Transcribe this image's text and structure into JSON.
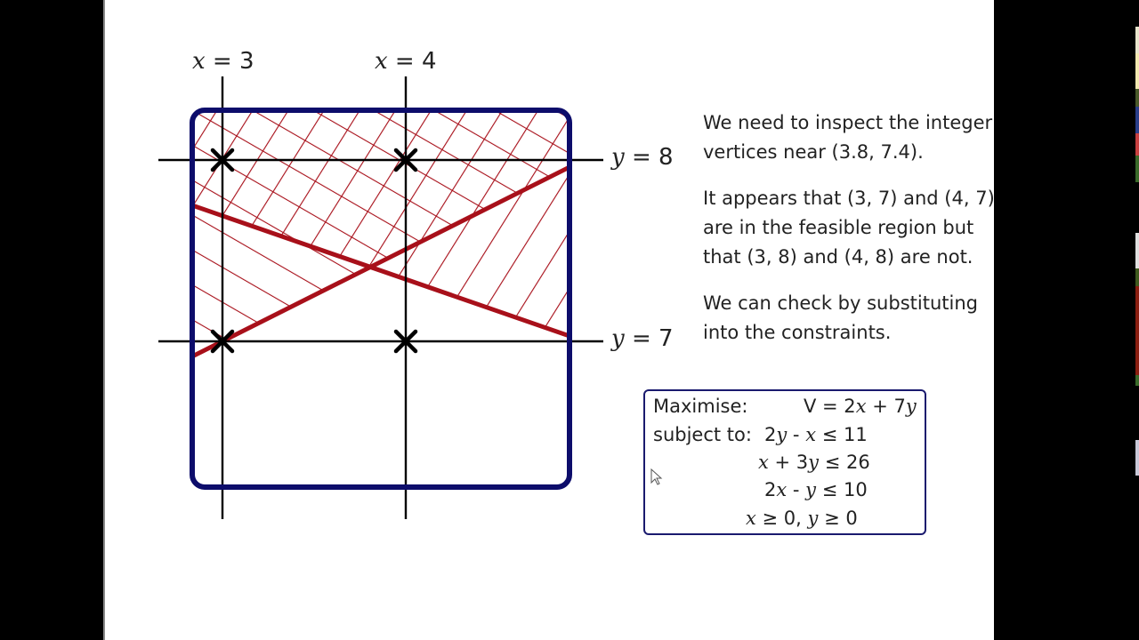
{
  "graph": {
    "vertical_lines": [
      {
        "label_var": "x",
        "label_rest": " = 3",
        "value": 3
      },
      {
        "label_var": "x",
        "label_rest": " = 4",
        "value": 4
      }
    ],
    "horizontal_lines": [
      {
        "label_var": "y",
        "label_rest": " = 8",
        "value": 8
      },
      {
        "label_var": "y",
        "label_rest": " = 7",
        "value": 7
      }
    ],
    "marked_points": [
      {
        "x": 3,
        "y": 8
      },
      {
        "x": 4,
        "y": 8
      },
      {
        "x": 3,
        "y": 7
      },
      {
        "x": 4,
        "y": 7
      }
    ],
    "boundary_lines": [
      {
        "equation": "2y - x = 11"
      },
      {
        "equation": "x + 3y = 26"
      }
    ],
    "colors": {
      "frame": "#0d0d6b",
      "constraint": "#a8101a",
      "hatch": "#a8101a",
      "grid": "#000000"
    }
  },
  "explanation": {
    "para1": "We need to inspect the integer vertices near (3.8, 7.4).",
    "para2": "It appears that (3, 7) and (4, 7) are in the feasible region but that (3, 8) and (4, 8) are not.",
    "para3": "We can check by substituting into the constraints."
  },
  "problem": {
    "maximise_label": "Maximise:",
    "objective": {
      "lhs": "V = 2",
      "v1": "x",
      "mid": " + 7",
      "v2": "y"
    },
    "subject_label": "subject to:",
    "constraints": [
      {
        "parts": [
          "2",
          "y",
          " - ",
          "x",
          " ≤ 11"
        ]
      },
      {
        "parts": [
          "",
          "x",
          " + 3",
          "y",
          " ≤ 26"
        ]
      },
      {
        "parts": [
          "2",
          "x",
          " - ",
          "y",
          " ≤ 10"
        ]
      },
      {
        "parts": [
          "",
          "x",
          " ≥ 0, ",
          "y",
          " ≥ 0"
        ]
      }
    ]
  }
}
